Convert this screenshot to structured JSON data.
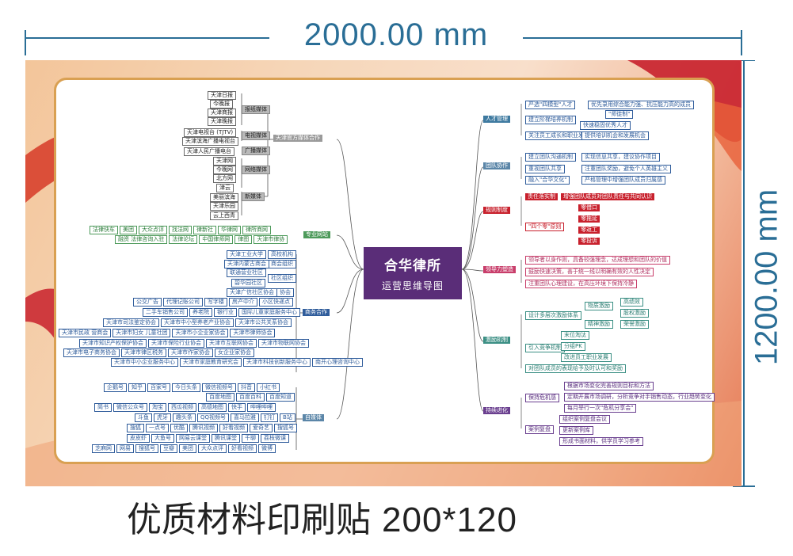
{
  "dimensions": {
    "width_label": "2000.00 mm",
    "height_label": "1200.00 mm"
  },
  "caption": {
    "text": "优质材料印刷贴",
    "size": "200*120"
  },
  "center": {
    "title": "合华律所",
    "subtitle": "运营思维导图"
  },
  "left": {
    "media": {
      "label": "天津官方媒体合作",
      "groups": {
        "paper": "报纸媒体",
        "tv": "电视媒体",
        "radio": "广播媒体",
        "web": "网络媒体",
        "new": "新媒体"
      },
      "items": [
        "天津日报",
        "今晚报",
        "天津商报",
        "天津晚报",
        "天津电视台 (TJTV)",
        "天津滨海广播电视台",
        "天津人民广播电台",
        "天津网",
        "今晚网",
        "北方网",
        "津云",
        "美丽滨海",
        "天津乐园",
        "云上西青"
      ]
    },
    "web": {
      "label": "专业网站",
      "row1": [
        "法律快车",
        "美团",
        "大众点评",
        "找法网",
        "律新社",
        "华律网",
        "律所商网"
      ],
      "row2": [
        "融资 法律咨询入驻",
        "法律论坛",
        "中国律师网",
        "律图",
        "天津市律协"
      ]
    },
    "biz": {
      "label": "商务合作",
      "groups": {
        "hq": "高校机构",
        "gov": "商会组织",
        "com": "社区组织",
        "assoc": "协会"
      },
      "items": [
        "天津工业大学",
        "天津内蒙古商会",
        "联通营业社区",
        "碧华园社区",
        "天津广信社区协会",
        "公交广告",
        "代理记账公司",
        "写字楼",
        "房产中介",
        "小区快递点",
        "二手车销售公司",
        "养老院",
        "银行业",
        "国际儿童家庭服务中心",
        "天津市司法鉴定协会",
        "天津市中小型养老产业协会",
        "天津市公共关系协会",
        "天津市民政 营商会",
        "天津市妇女 儿童社团",
        "天津市小企业家协会",
        "天津市律师协会",
        "天津市知识产权保护协会",
        "天津市保险行业协会",
        "天津市互联网协会",
        "天津市物联网协会",
        "天津市电子商务协会",
        "天津市律区税务",
        "天津市作家协会",
        "女企业家协会",
        "天津市中小企业服务中心",
        "天津市家庭教育研究会",
        "天津市科技创新服务中心",
        "南开心理咨询中心"
      ]
    },
    "self": {
      "label": "自媒体",
      "rows": [
        [
          "企鹅号",
          "知乎",
          "百家号",
          "今日头条",
          "微信视频号",
          "抖音",
          "小红书"
        ],
        [
          "百度地图",
          "百度百科",
          "百度知道"
        ],
        [
          "简书",
          "微信公众号",
          "淘宝",
          "西瓜视频",
          "高德地图",
          "快手",
          "哔哩哔哩"
        ],
        [
          "斗鱼",
          "虎牙",
          "趣头条",
          "QQ视频号",
          "喜马拉雅",
          "钉钉",
          "B站"
        ],
        [
          "搜狐",
          "一点号",
          "优酷",
          "腾讯视频",
          "好看视频",
          "爱奇艺",
          "搜狐号"
        ],
        [
          "皮皮虾",
          "大鱼号",
          "网易云课堂",
          "腾讯课堂",
          "千聊",
          "荔枝微课"
        ],
        [
          "芝麻网",
          "网易",
          "搜狐号",
          "豆瓣",
          "美团",
          "大众点评",
          "好看视频",
          "微博"
        ]
      ]
    }
  },
  "right": {
    "talent": {
      "label": "人才管理",
      "items": [
        "严选\"四模型\"人才",
        "建立阶梯培养机制",
        "关注员工成长和职业发展",
        "优先录用综合能力强、抗压能力高的成员",
        "\"师徒制\"",
        "快速稳固优秀人才",
        "提供培训机会和发展机会"
      ]
    },
    "team": {
      "label": "团队协作",
      "items": [
        "建立团队沟通机制",
        "重视团队共享",
        "融入\"合华文化\"",
        "实现信息共享，建议协作项目",
        "注重团队奖励，避免个人英雄主义",
        "严格管理中增强团队成员归属感"
      ]
    },
    "rules": {
      "label": "规则制度",
      "items": [
        "责任落实制",
        "\"四个零\"原则",
        "增强团队成员对团队责任与共同认识",
        "零借口",
        "零拖延",
        "零返工",
        "零投诉"
      ]
    },
    "lead": {
      "label": "领导力塑造",
      "items": [
        "领导者以身作则，具备较强理念，达成理想和团队的价值",
        "鼓励快速决策，善于统一线以明确有效的人性决定",
        "注重团队心理建设，在高压环境下保持冷静"
      ]
    },
    "inc": {
      "label": "激励机制",
      "items": [
        "设计多层次激励体系",
        "引入竞争机制",
        "对团队成员的表现给予及时认可和奖励",
        "物质激励",
        "精神激励",
        "高绩效",
        "股权激励",
        "荣誉激励",
        "末位淘汰",
        "分组PK",
        "改进员工职业发展"
      ]
    },
    "grow": {
      "label": "持续进化",
      "items": [
        "保持危机感",
        "案例复盘",
        "根据市场变化完善规则目标和方法",
        "定期开展市场调研，分析竞争对手销售动态，行业趋势变化",
        "每月举行一次\"危机分享会\"",
        "组织案例复盘会议",
        "更新案例库",
        "形成书面材料，供学员学习参考"
      ]
    }
  },
  "colors": {
    "accent_blue": "#2a6e96",
    "center_purple": "#5a2d78",
    "red": "#c8202c",
    "green": "#4d9a5a"
  }
}
